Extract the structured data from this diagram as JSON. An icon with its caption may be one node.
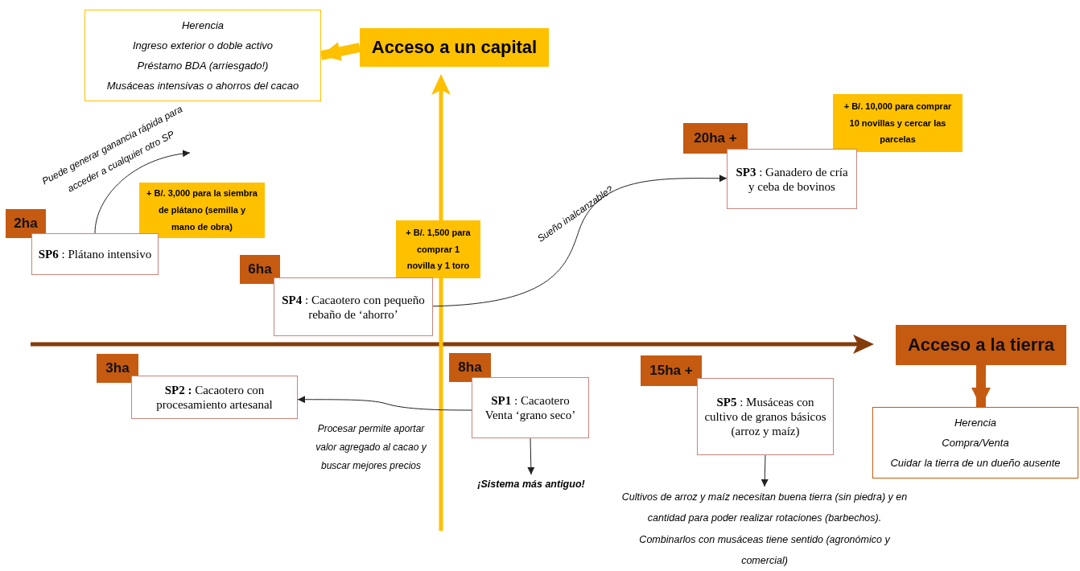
{
  "diagram": {
    "nodes": [
      {
        "text": [
          "Herencia",
          "Ingreso exterior o doble activo",
          "Préstamo BDA (arriesgado!)",
          "Musáceas intensivas o ahorros del cacao"
        ]
      },
      {
        "text": [
          "Acceso a un capital"
        ]
      },
      {
        "text": [
          "20ha +"
        ]
      },
      {
        "text": [
          "+ B/. 10,000 para comprar 10 novillas y cercar las parcelas"
        ]
      },
      {
        "text": [
          "**SP3** : Ganadero de cría y ceba de bovinos"
        ]
      },
      {
        "text": [
          "2ha"
        ]
      },
      {
        "text": [
          "+ B/. 3,000 para la siembra de plátano (semilla y mano de obra)"
        ]
      },
      {
        "text": [
          "**SP6** : Plátano intensivo"
        ]
      },
      {
        "text": [
          "+ B/. 1,500 para comprar 1 novilla y 1 toro"
        ]
      },
      {
        "text": [
          "6ha"
        ]
      },
      {
        "text": [
          "**SP4** : Cacaotero con pequeño rebaño de ‘ahorro’"
        ]
      },
      {
        "text": [
          "Acceso a la tierra"
        ]
      },
      {
        "text": [
          "3ha"
        ]
      },
      {
        "text": [
          "**SP2 :** Cacaotero con procesamiento artesanal"
        ]
      },
      {
        "text": [
          "8ha"
        ]
      },
      {
        "text": [
          "**SP1** :  Cacaotero Venta ‘grano seco’"
        ]
      },
      {
        "text": [
          "15ha +"
        ]
      },
      {
        "text": [
          "**SP5** : Musáceas con cultivo de granos básicos (arroz y maíz)"
        ]
      },
      {
        "text": [
          "Herencia",
          "Compra/Venta",
          "Cuidar la tierra de un dueño ausente"
        ]
      },
      {
        "text": [
          "¡Sistema más antiguo!"
        ]
      },
      {
        "text": [
          "Cultivos de arroz y maíz necesitan buena tierra (sin piedra) y en cantidad para poder realizar rotaciones (barbechos). Combinarlos con musáceas tiene sentido (agronómico y comercial)"
        ]
      }
    ],
    "edges": [
      {
        "from": 1,
        "to": 0,
        "arrow": "to",
        "style": "thick",
        "color": "#ffc000"
      },
      {
        "from": 11,
        "to": 18,
        "arrow": "to",
        "style": "thick",
        "color": "#c55a11"
      },
      {
        "from": 7,
        "to": null,
        "arrow": "to",
        "label": "Puede generar ganancia rápida para acceder a cualquier otro SP"
      },
      {
        "from": 10,
        "to": 4,
        "arrow": "to",
        "label": "Sueño inalcanzable?"
      },
      {
        "from": 15,
        "to": 13,
        "arrow": "to",
        "label": "Procesar permite aportar valor agregado al cacao y buscar mejores precios"
      },
      {
        "from": 15,
        "to": 19,
        "arrow": "to"
      },
      {
        "from": 17,
        "to": 20,
        "arrow": "to"
      }
    ]
  }
}
